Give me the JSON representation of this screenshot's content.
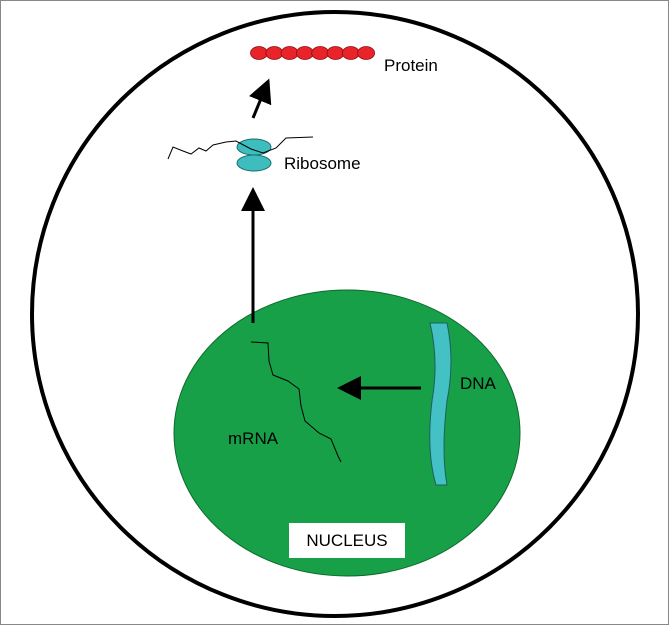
{
  "labels": {
    "protein": "Protein",
    "ribosome": "Ribosome",
    "mrna": "mRNA",
    "dna": "DNA",
    "nucleus": "NUCLEUS"
  },
  "colors": {
    "nucleus": "#18a048",
    "protein": "#e8232a",
    "ribosome": "#3dbdbd",
    "dna": "#44c1c4",
    "membrane": "#000000"
  },
  "protein_bead_count": 8
}
